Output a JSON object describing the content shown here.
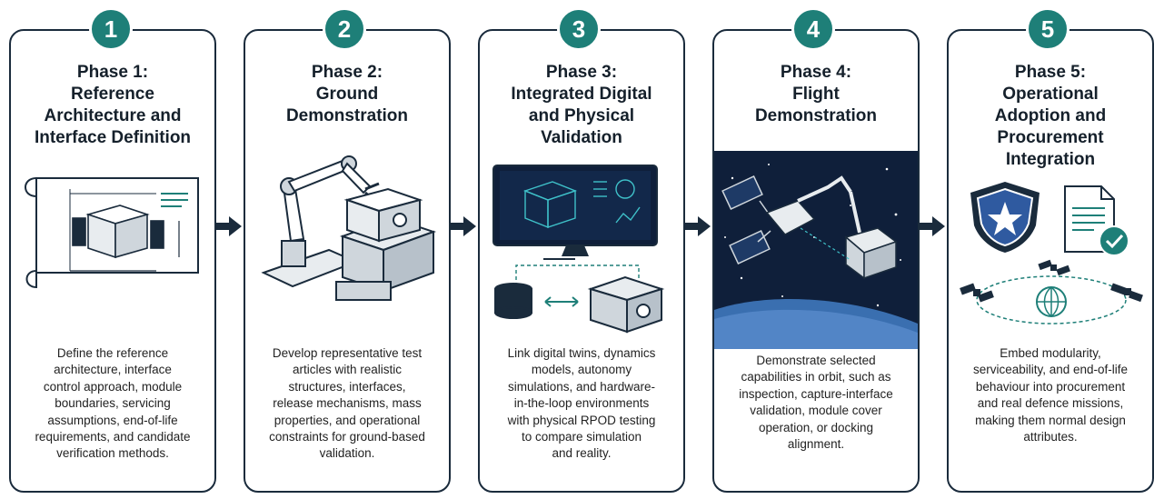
{
  "phases": [
    {
      "number": "1",
      "title": "Phase 1:\nReference\nArchitecture and\nInterface Definition",
      "description": "Define the reference\narchitecture, interface\ncontrol approach, module\nboundaries, servicing\nassumptions, end-of-life\nrequirements, and candidate\nverification methods."
    },
    {
      "number": "2",
      "title": "Phase 2:\nGround\nDemonstration",
      "description": "Develop representative test\narticles with realistic\nstructures, interfaces,\nrelease mechanisms, mass\nproperties, and operational\nconstraints for ground-based\nvalidation."
    },
    {
      "number": "3",
      "title": "Phase 3:\nIntegrated Digital\nand Physical\nValidation",
      "description": "Link digital twins, dynamics\nmodels, autonomy\nsimulations, and hardware-\nin-the-loop environments\nwith physical RPOD testing\nto compare simulation\nand reality."
    },
    {
      "number": "4",
      "title": "Phase 4:\nFlight\nDemonstration",
      "description": "Demonstrate selected\ncapabilities in orbit, such as\ninspection, capture-interface\nvalidation, module cover\noperation, or docking\nalignment."
    },
    {
      "number": "5",
      "title": "Phase 5:\nOperational\nAdoption and\nProcurement\nIntegration",
      "description": "Embed modularity,\nserviceability, and end-of-life\nbehaviour into procurement\nand real defence missions,\nmaking them normal design\nattributes."
    }
  ],
  "colors": {
    "accent": "#1e7f78",
    "ink": "#1a2b3c",
    "space": "#0f1f3a"
  }
}
